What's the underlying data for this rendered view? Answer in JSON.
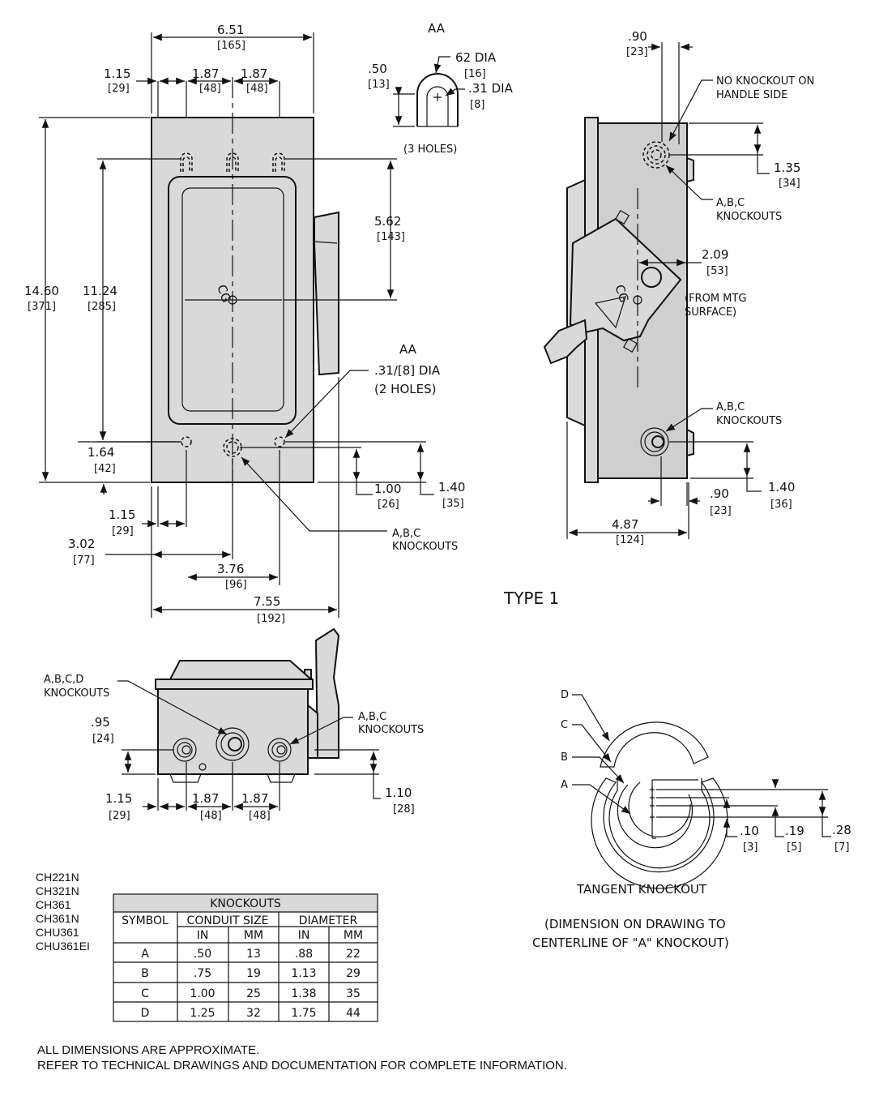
{
  "front": {
    "width": "6.51",
    "width_mm": "[165]",
    "d115": "1.15",
    "d115_mm": "[29]",
    "d187a": "1.87",
    "d187a_mm": "[48]",
    "d187b": "1.87",
    "d187b_mm": "[48]",
    "height": "14.60",
    "height_mm": "[371]",
    "h1124": "11.24",
    "h1124_mm": "[285]",
    "h562": "5.62",
    "h562_mm": "[143]",
    "aa2": "AA",
    "holes2_dia": ".31/[8] DIA",
    "holes2": "(2 HOLES)",
    "h164": "1.64",
    "h164_mm": "[42]",
    "h100": "1.00",
    "h100_mm": "[26]",
    "h140": "1.40",
    "h140_mm": "[35]",
    "w115": "1.15",
    "w115_mm": "[29]",
    "w302": "3.02",
    "w302_mm": "[77]",
    "w376": "3.76",
    "w376_mm": "[96]",
    "w755": "7.55",
    "w755_mm": "[192]",
    "ko_label1": "A,B,C",
    "ko_label2": "KNOCKOUTS",
    "cg": "CG"
  },
  "detail_aa": {
    "title": "AA",
    "d50": ".50",
    "d50_mm": "[13]",
    "d62": "62 DIA",
    "d62_mm": "[16]",
    "d31": ".31 DIA",
    "d31_mm": "[8]",
    "holes": "(3 HOLES)"
  },
  "side": {
    "d90": ".90",
    "d90_mm": "[23]",
    "no_ko1": "NO KNOCKOUT ON",
    "no_ko2": "HANDLE SIDE",
    "d135": "1.35",
    "d135_mm": "[34]",
    "ko_top1": "A,B,C",
    "ko_top2": "KNOCKOUTS",
    "d209": "2.09",
    "d209_mm": "[53]",
    "from1": "(FROM MTG",
    "from2": "SURFACE)",
    "ko_bot1": "A,B,C",
    "ko_bot2": "KNOCKOUTS",
    "d90b": ".90",
    "d90b_mm": "[23]",
    "d140": "1.40",
    "d140_mm": "[36]",
    "d487": "4.87",
    "d487_mm": "[124]",
    "cg": "CG"
  },
  "type_label": "TYPE 1",
  "bottom": {
    "ko_left1": "A,B,C,D",
    "ko_left2": "KNOCKOUTS",
    "ko_right1": "A,B,C",
    "ko_right2": "KNOCKOUTS",
    "d95": ".95",
    "d95_mm": "[24]",
    "d115": "1.15",
    "d115_mm": "[29]",
    "d187a": "1.87",
    "d187a_mm": "[48]",
    "d187b": "1.87",
    "d187b_mm": "[48]",
    "d110": "1.10",
    "d110_mm": "[28]"
  },
  "tangent": {
    "labels": [
      "D",
      "C",
      "B",
      "A"
    ],
    "d10": ".10",
    "d10_mm": "[3]",
    "d19": ".19",
    "d19_mm": "[5]",
    "d28": ".28",
    "d28_mm": "[7]",
    "title": "TANGENT KNOCKOUT",
    "note1": "(DIMENSION ON DRAWING TO",
    "note2": "CENTERLINE OF \"A\" KNOCKOUT)"
  },
  "models": [
    "CH221N",
    "CH321N",
    "CH361",
    "CH361N",
    "CHU361",
    "CHU361EI"
  ],
  "table": {
    "title": "KNOCKOUTS",
    "symbol": "SYMBOL",
    "conduit": "CONDUIT  SIZE",
    "diameter": "DIAMETER",
    "in1": "IN",
    "mm1": "MM",
    "in2": "IN",
    "mm2": "MM",
    "rows": [
      [
        "A",
        ".50",
        "13",
        ".88",
        "22"
      ],
      [
        "B",
        ".75",
        "19",
        "1.13",
        "29"
      ],
      [
        "C",
        "1.00",
        "25",
        "1.38",
        "35"
      ],
      [
        "D",
        "1.25",
        "32",
        "1.75",
        "44"
      ]
    ]
  },
  "notes": [
    "ALL DIMENSIONS ARE APPROXIMATE.",
    "REFER TO TECHNICAL DRAWINGS AND DOCUMENTATION FOR COMPLETE INFORMATION."
  ]
}
